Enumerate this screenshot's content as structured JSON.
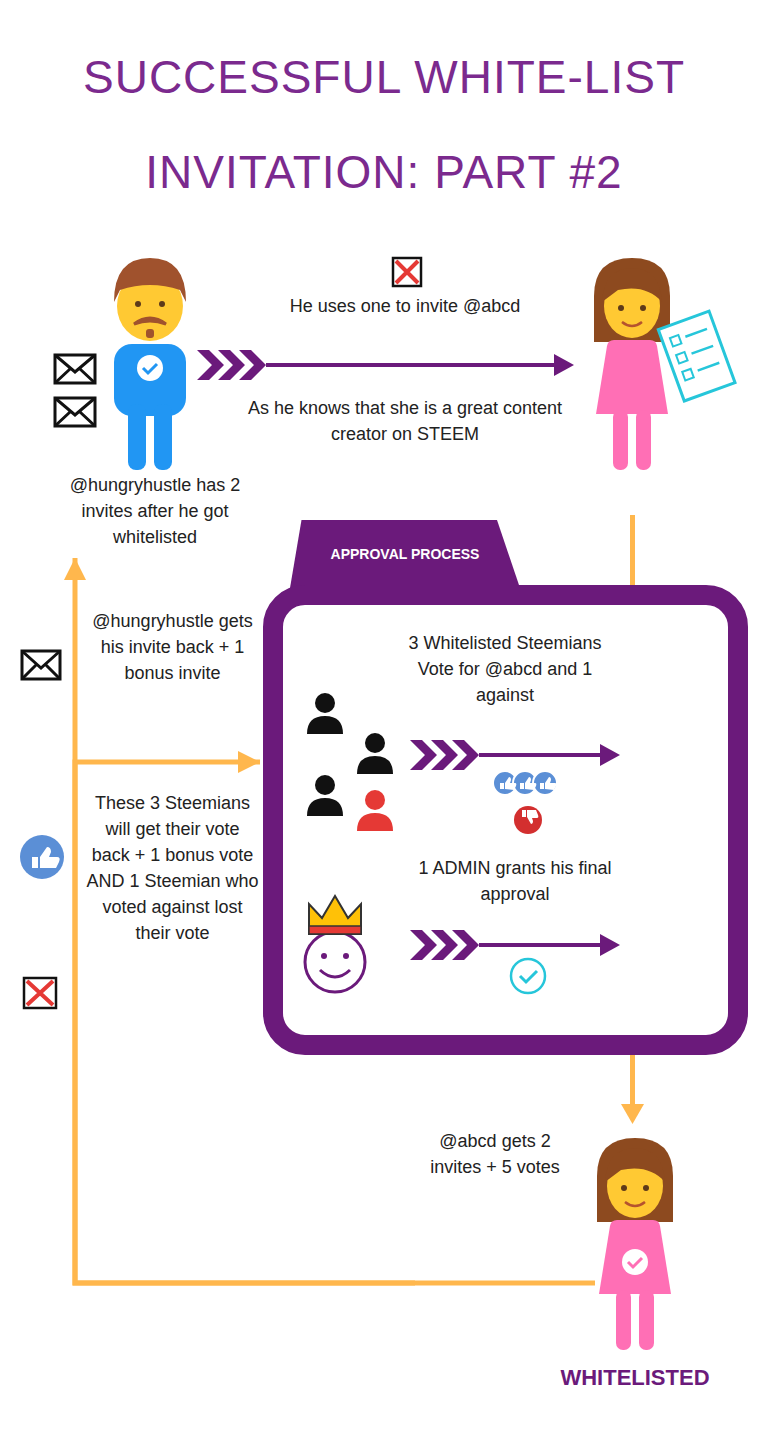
{
  "diagram": {
    "title": "SUCCESSFUL WHITE-LIST INVITATION: PART #2",
    "nodes": [
      {
        "text": [
          "@hungryhustle has 2 invites after he got whitelisted"
        ]
      },
      {
        "text": [
          "APPROVAL PROCESS"
        ]
      },
      {
        "text": [
          "3 Whitelisted Steemians Vote for @abcd and 1 against"
        ],
        "in": 1
      },
      {
        "text": [
          "1 ADMIN grants his final approval"
        ],
        "in": 1
      },
      {
        "text": [
          "@abcd gets 2 invites + 5 votes",
          "WHITELISTED"
        ]
      }
    ],
    "edges": [
      {
        "from": 4,
        "to": 0,
        "arrow": "to"
      },
      {
        "from": 4,
        "to": 1,
        "arrow": "to"
      }
    ],
    "labels": [
      "He uses one to invite @abcd",
      "As he knows that she is a great content creator on STEEM",
      "@hungryhustle gets his invite back + 1 bonus invite",
      "These 3 Steemians will get their vote back + 1 bonus vote AND 1 Steemian who voted against lost their vote"
    ]
  }
}
